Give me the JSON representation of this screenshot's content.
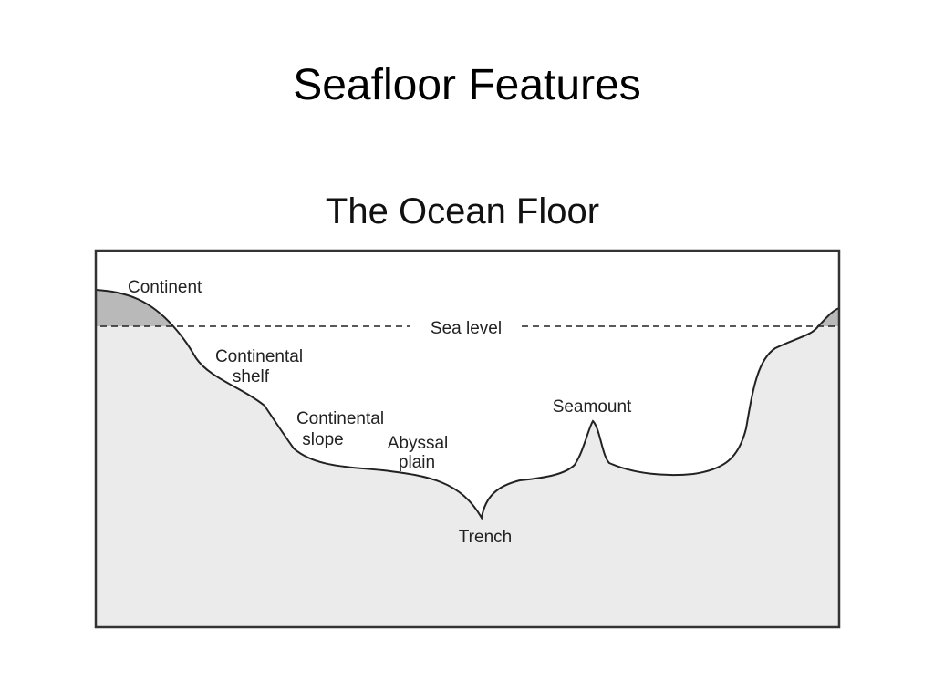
{
  "slide": {
    "title": "Seafloor Features"
  },
  "diagram": {
    "title": "The Ocean Floor",
    "labels": {
      "continent": "Continent",
      "sea_level": "Sea level",
      "continental_shelf_1": "Continental",
      "continental_shelf_2": "shelf",
      "continental_slope_1": "Continental",
      "continental_slope_2": "slope",
      "abyssal_plain_1": "Abyssal",
      "abyssal_plain_2": "plain",
      "seamount": "Seamount",
      "trench": "Trench"
    },
    "colors": {
      "water": "#ebebeb",
      "land": "#b9b9b9",
      "outline": "#222222",
      "frame": "#333333"
    }
  }
}
